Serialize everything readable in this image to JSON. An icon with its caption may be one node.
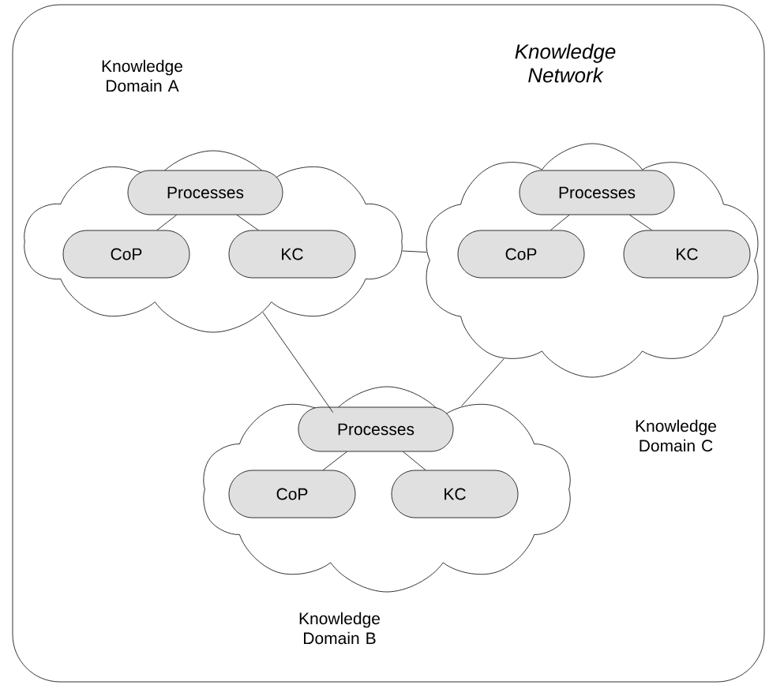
{
  "diagram": {
    "nodes": [
      {
        "text": [
          "Knowledge Network"
        ]
      },
      {
        "text": [],
        "shape": "cloud",
        "in": 0,
        "beside": [
          "Knowledge Domain A"
        ]
      },
      {
        "text": [
          "Processes"
        ],
        "in": 1
      },
      {
        "text": [
          "CoP"
        ],
        "in": 1
      },
      {
        "text": [
          "KC"
        ],
        "in": 1
      },
      {
        "text": [],
        "shape": "cloud",
        "in": 0,
        "beside": [
          "Knowledge Domain C"
        ]
      },
      {
        "text": [
          "Processes"
        ],
        "in": 5
      },
      {
        "text": [
          "CoP"
        ],
        "in": 5
      },
      {
        "text": [
          "KC"
        ],
        "in": 5
      },
      {
        "text": [],
        "shape": "cloud",
        "in": 0,
        "beside": [
          "Knowledge Domain B"
        ]
      },
      {
        "text": [
          "Processes"
        ],
        "in": 9
      },
      {
        "text": [
          "CoP"
        ],
        "in": 9
      },
      {
        "text": [
          "KC"
        ],
        "in": 9
      }
    ],
    "edges": [
      {
        "from": 2,
        "to": 3,
        "arrow": "none"
      },
      {
        "from": 2,
        "to": 4,
        "arrow": "none"
      },
      {
        "from": 6,
        "to": 7,
        "arrow": "none"
      },
      {
        "from": 6,
        "to": 8,
        "arrow": "none"
      },
      {
        "from": 10,
        "to": 11,
        "arrow": "none"
      },
      {
        "from": 10,
        "to": 12,
        "arrow": "none"
      },
      {
        "from": 1,
        "to": 5,
        "arrow": "none"
      },
      {
        "from": 1,
        "to": 9,
        "arrow": "none"
      },
      {
        "from": 5,
        "to": 9,
        "arrow": "none"
      }
    ]
  }
}
